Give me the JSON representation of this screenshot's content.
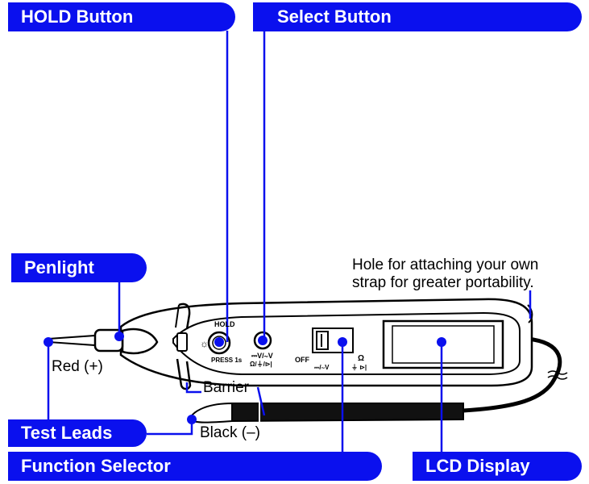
{
  "labels": {
    "hold_button": "HOLD Button",
    "select_button": "Select Button",
    "penlight": "Penlight",
    "test_leads": "Test Leads",
    "function_selector": "Function Selector",
    "lcd_display": "LCD Display"
  },
  "annotations": {
    "strap_hole_line1": "Hole for attaching your own",
    "strap_hole_line2": "strap for greater portability.",
    "red_lead": "Red (+)",
    "black_lead": "Black (–)",
    "barrier": "Barrier"
  },
  "device_print": {
    "hold": "HOLD",
    "press": "PRESS 1s",
    "select_top": "⎓V/∼V",
    "select_bottom": "Ω/⏚/⊳|",
    "off": "OFF",
    "omega": "Ω",
    "fs_v": "⎓/∼V",
    "fs_diode": "⏚ ⊳|"
  },
  "colors": {
    "callout": "#0a10ee",
    "outline": "#000000"
  }
}
